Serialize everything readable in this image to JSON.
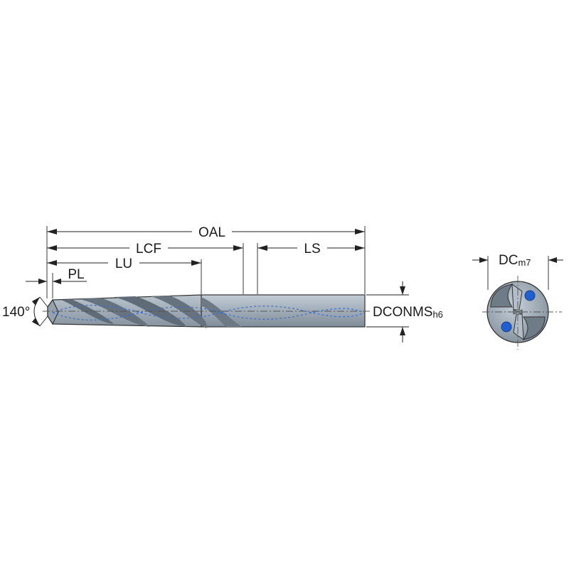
{
  "drawing": {
    "dimensions": {
      "overall_length": "OAL",
      "length_cutting_flute": "LCF",
      "usable_length": "LU",
      "shank_length": "LS",
      "point_length": "PL",
      "point_angle": "140°",
      "shank_diameter": {
        "label": "DCONMS",
        "tolerance": "h6"
      },
      "cutting_diameter": {
        "label": "DC",
        "tolerance": "m7"
      }
    },
    "colors": {
      "tool_body": "#a9b7c3",
      "tool_body_dark": "#7f8e9a",
      "flute_shadow": "#5f6c77",
      "coolant_channel": "#3a6fd0",
      "coolant_hole": "#1f5fd0",
      "dimension_line": "#222222"
    },
    "views": [
      "side-view",
      "end-view"
    ]
  }
}
